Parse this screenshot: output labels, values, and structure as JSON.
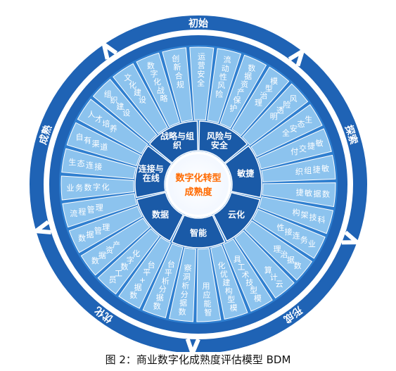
{
  "center": {
    "line1": "数字化转型",
    "line2": "成熟度"
  },
  "stages": [
    "初始",
    "探索",
    "形成",
    "优化",
    "成熟"
  ],
  "inner_segments": [
    {
      "label": "风险与\n安全"
    },
    {
      "label": "敏捷"
    },
    {
      "label": "云化"
    },
    {
      "label": "智能"
    },
    {
      "label": "数据"
    },
    {
      "label": "连接与\n在线"
    },
    {
      "label": "战略与组\n织"
    }
  ],
  "outer_items": [
    "创新合规",
    "运营安全",
    "流动性风险",
    "数据资产保护",
    "模型治理",
    "风险透明",
    "生态安全",
    "敏捷交付",
    "敏捷组织",
    "数据敏捷",
    "科技架构",
    "业务连接性",
    "数据治理",
    "云计算",
    "模型技术工具",
    "模型构建优化",
    "智能应用",
    "数据分析洞察",
    "数据分析平台",
    "数据+平台",
    "员工数字化",
    "数据资产",
    "数据管理",
    "流程管理",
    "业务数字化",
    "生态连接",
    "自有渠道",
    "人才培养",
    "组织建设",
    "文化建设",
    "数字化战略"
  ],
  "caption": "图 2：商业数字化成熟度评估模型 BDM",
  "colors": {
    "ring_dark": "#1f63b5",
    "ring_mid": "#2f7fd0",
    "ring_light": "#8cc3ee",
    "inner_dark": "#1a5aa7",
    "center_fill": "#ffffff",
    "center_text": "#ff6a00"
  }
}
